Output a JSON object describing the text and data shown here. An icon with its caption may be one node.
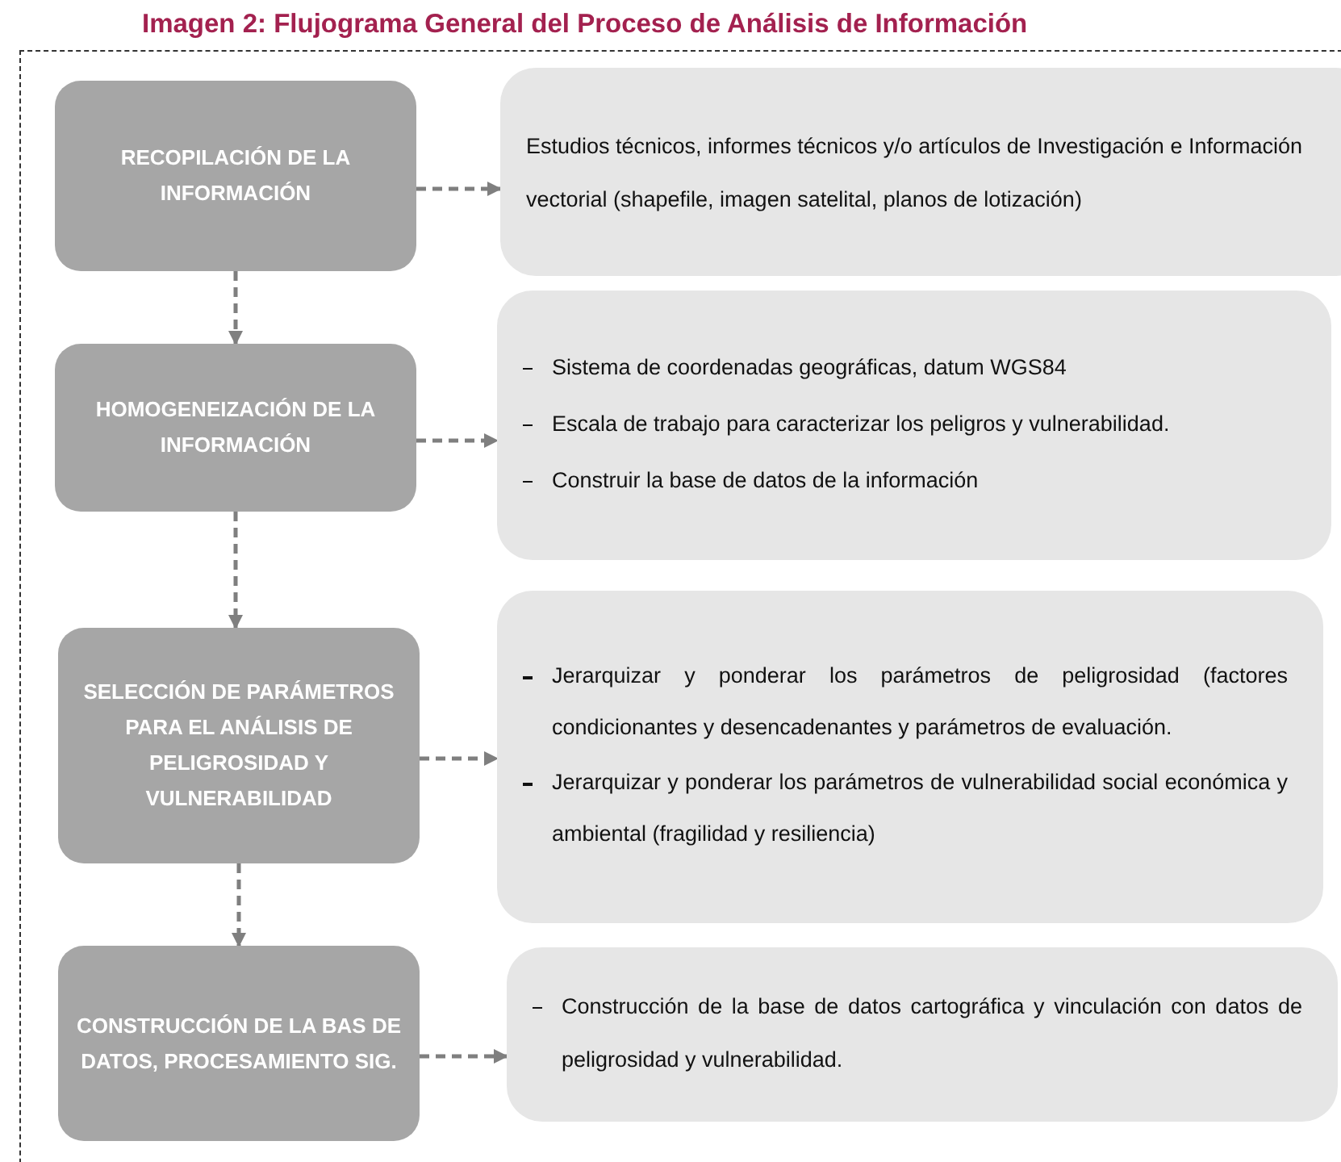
{
  "diagram": {
    "title": "Imagen 2: Flujograma General del Proceso de Análisis de Información",
    "nodes": [
      {
        "text": [
          "RECOPILACIÓN DE LA INFORMACIÓN"
        ]
      },
      {
        "text": [
          "Estudios técnicos, informes técnicos y/o artículos de Investigación e Información vectorial (shapefile, imagen satelital, planos de lotización)"
        ]
      },
      {
        "text": [
          "HOMOGENEIZACIÓN DE LA INFORMACIÓN"
        ]
      },
      {
        "text": [
          "Sistema de coordenadas geográficas, datum WGS84",
          "Escala de trabajo para caracterizar los peligros y vulnerabilidad.",
          "Construir la base de datos de la información"
        ]
      },
      {
        "text": [
          "SELECCIÓN DE PARÁMETROS PARA EL ANÁLISIS DE PELIGROSIDAD Y VULNERABILIDAD"
        ]
      },
      {
        "text": [
          "Jerarquizar y ponderar los parámetros de peligrosidad (factores condicionantes y desencadenantes y parámetros de evaluación.",
          "Jerarquizar y ponderar los parámetros de vulnerabilidad social económica y ambiental (fragilidad y resiliencia)"
        ]
      },
      {
        "text": [
          "CONSTRUCCIÓN DE LA BAS DE DATOS, PROCESAMIENTO SIG."
        ]
      },
      {
        "text": [
          "Construcción de la base de datos cartográfica y vinculación con datos de peligrosidad y vulnerabilidad."
        ]
      }
    ],
    "edges": [
      {
        "from": 0,
        "to": 1,
        "arrow": "to",
        "style": "dashed"
      },
      {
        "from": 0,
        "to": 2,
        "arrow": "to",
        "style": "dashed"
      },
      {
        "from": 2,
        "to": 3,
        "arrow": "to",
        "style": "dashed"
      },
      {
        "from": 2,
        "to": 4,
        "arrow": "to",
        "style": "dashed"
      },
      {
        "from": 4,
        "to": 5,
        "arrow": "to",
        "style": "dashed"
      },
      {
        "from": 4,
        "to": 6,
        "arrow": "to",
        "style": "dashed"
      },
      {
        "from": 6,
        "to": 7,
        "arrow": "to",
        "style": "dashed"
      }
    ]
  }
}
